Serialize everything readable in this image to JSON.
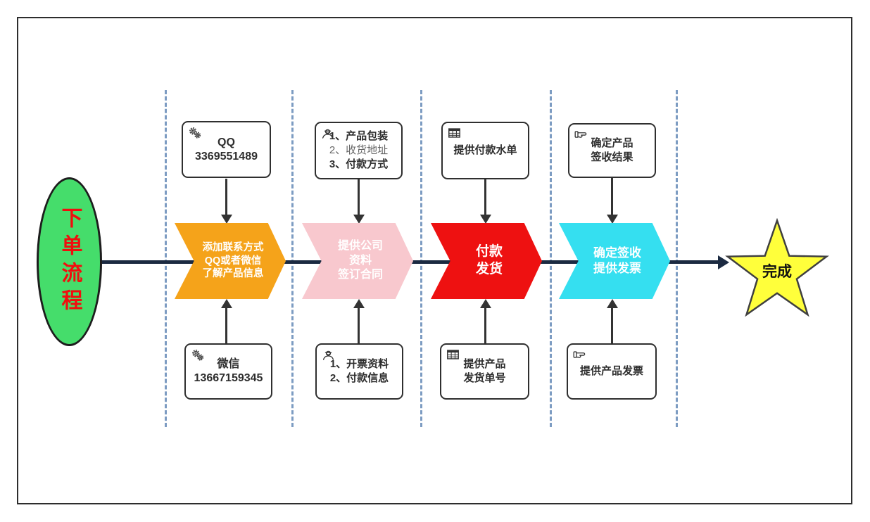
{
  "diagram_title": "下单流程",
  "start_ellipse": {
    "label": "下单流程",
    "fill": "#45dd6b",
    "text_color": "#f10e0e"
  },
  "stages": [
    {
      "chevron": {
        "label": "添加联系方式\nQQ或者微信\n了解产品信息",
        "color": "#f5a31a"
      },
      "top_box": {
        "icon": "gears-icon",
        "lines": [
          "QQ",
          "3369551489"
        ]
      },
      "bottom_box": {
        "icon": "gears-icon",
        "lines": [
          "微信",
          "13667159345"
        ]
      }
    },
    {
      "chevron": {
        "label": "提供公司\n资料\n签订合同",
        "color": "#f8c8ce"
      },
      "top_box": {
        "icon": "worker-icon",
        "lines": [
          "1、产品包装",
          "2、收货地址",
          "3、付款方式"
        ]
      },
      "bottom_box": {
        "icon": "worker-icon",
        "lines": [
          "1、开票资料",
          "2、付款信息"
        ]
      }
    },
    {
      "chevron": {
        "label": "付款\n发货",
        "color": "#ee1111"
      },
      "top_box": {
        "icon": "table-icon",
        "lines": [
          "提供付款水单"
        ]
      },
      "bottom_box": {
        "icon": "table-icon",
        "lines": [
          "提供产品",
          "发货单号"
        ]
      }
    },
    {
      "chevron": {
        "label": "确定签收\n提供发票",
        "color": "#35dff0"
      },
      "top_box": {
        "icon": "hand-icon",
        "lines": [
          "确定产品",
          "签收结果"
        ]
      },
      "bottom_box": {
        "icon": "hand-icon",
        "lines": [
          "提供产品发票"
        ]
      }
    }
  ],
  "end_star": {
    "label": "完成",
    "fill": "#ffff3b",
    "stroke": "#3f3f3f"
  },
  "colors": {
    "main_line": "#1b2a41",
    "lane_divider": "#7d9cc2",
    "connector": "#333333",
    "frame_border": "#2d2d2d",
    "box_border": "#2f2f2f"
  }
}
